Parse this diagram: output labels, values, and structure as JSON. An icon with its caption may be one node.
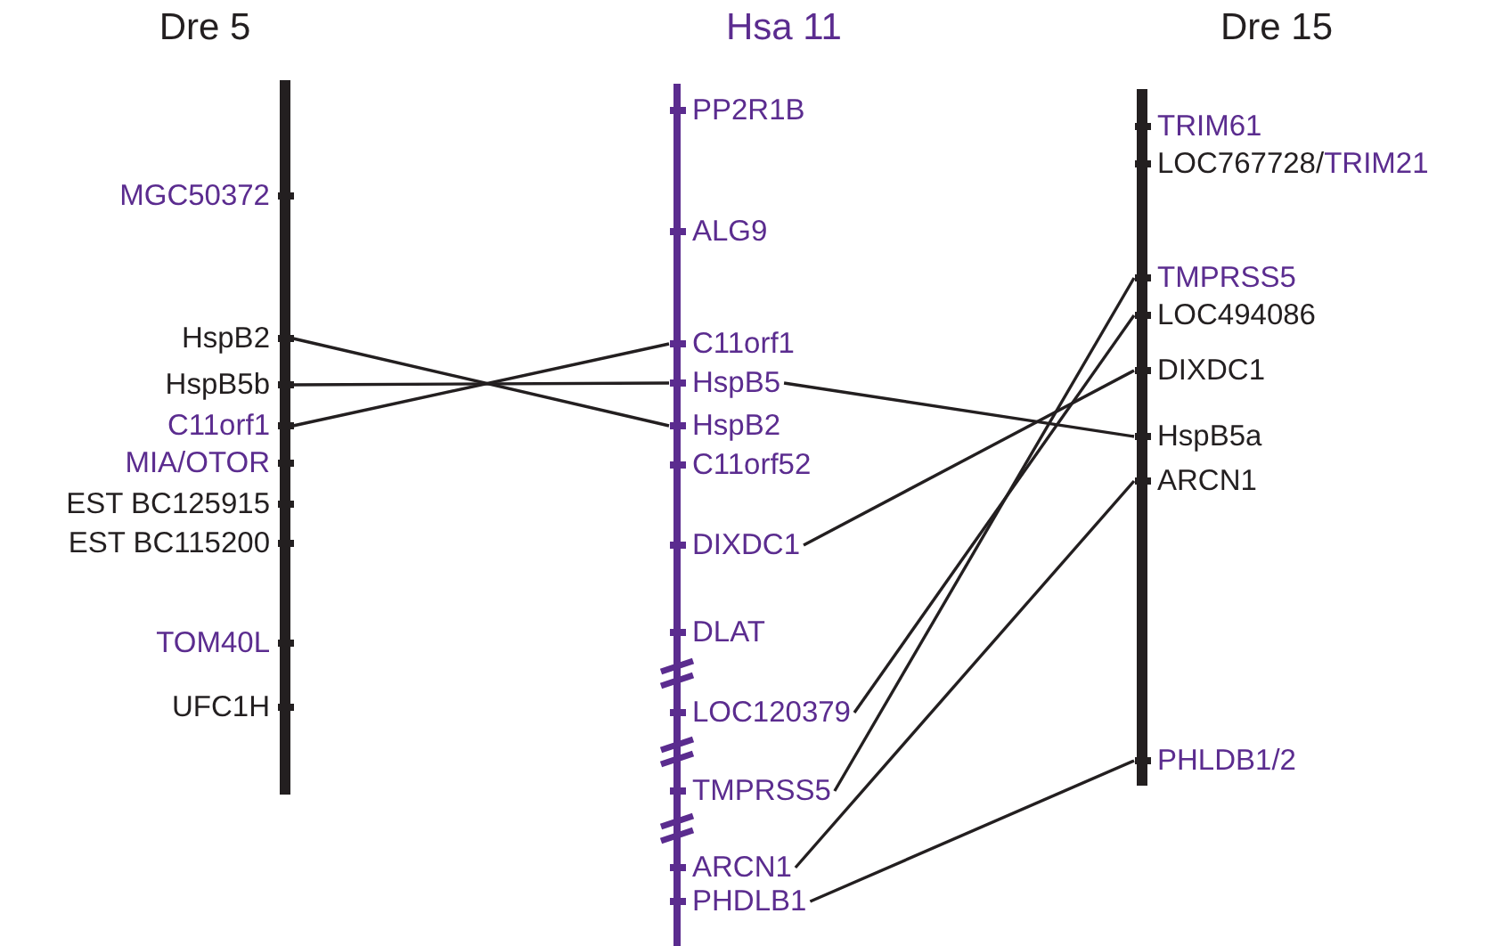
{
  "diagram": {
    "nodes": [
      {
        "text": [
          "Dre 5"
        ]
      },
      {
        "text": [
          "MGC50372"
        ],
        "in": 0
      },
      {
        "text": [
          "HspB2"
        ],
        "in": 0
      },
      {
        "text": [
          "HspB5b"
        ],
        "in": 0
      },
      {
        "text": [
          "C11orf1"
        ],
        "in": 0
      },
      {
        "text": [
          "MIA/OTOR"
        ],
        "in": 0
      },
      {
        "text": [
          "EST BC125915"
        ],
        "in": 0
      },
      {
        "text": [
          "EST BC115200"
        ],
        "in": 0
      },
      {
        "text": [
          "TOM40L"
        ],
        "in": 0
      },
      {
        "text": [
          "UFC1H"
        ],
        "in": 0
      },
      {
        "text": [
          "Hsa 11"
        ]
      },
      {
        "text": [
          "PP2R1B"
        ],
        "in": 10
      },
      {
        "text": [
          "ALG9"
        ],
        "in": 10
      },
      {
        "text": [
          "C11orf1"
        ],
        "in": 10
      },
      {
        "text": [
          "HspB5"
        ],
        "in": 10
      },
      {
        "text": [
          "HspB2"
        ],
        "in": 10
      },
      {
        "text": [
          "C11orf52"
        ],
        "in": 10
      },
      {
        "text": [
          "DIXDC1"
        ],
        "in": 10
      },
      {
        "text": [
          "DLAT"
        ],
        "in": 10
      },
      {
        "text": [
          "LOC120379"
        ],
        "in": 10
      },
      {
        "text": [
          "TMPRSS5"
        ],
        "in": 10
      },
      {
        "text": [
          "ARCN1"
        ],
        "in": 10
      },
      {
        "text": [
          "PHDLB1"
        ],
        "in": 10
      },
      {
        "text": [
          "Dre 15"
        ]
      },
      {
        "text": [
          "TRIM61"
        ],
        "in": 23
      },
      {
        "text": [
          "LOC767728/",
          "TRIM21"
        ],
        "in": 23
      },
      {
        "text": [
          "TMPRSS5"
        ],
        "in": 23
      },
      {
        "text": [
          "LOC494086"
        ],
        "in": 23
      },
      {
        "text": [
          "DIXDC1"
        ],
        "in": 23
      },
      {
        "text": [
          "HspB5a"
        ],
        "in": 23
      },
      {
        "text": [
          "ARCN1"
        ],
        "in": 23
      },
      {
        "text": [
          "PHLDB1/2"
        ],
        "in": 23
      }
    ],
    "edges": [
      {
        "from": 2,
        "to": 15,
        "arrow": "none"
      },
      {
        "from": 3,
        "to": 14,
        "arrow": "none"
      },
      {
        "from": 4,
        "to": 13,
        "arrow": "none"
      },
      {
        "from": 14,
        "to": 29,
        "arrow": "none"
      },
      {
        "from": 17,
        "to": 28,
        "arrow": "none"
      },
      {
        "from": 19,
        "to": 27,
        "arrow": "none"
      },
      {
        "from": 20,
        "to": 26,
        "arrow": "none"
      },
      {
        "from": 21,
        "to": 30,
        "arrow": "none"
      },
      {
        "from": 22,
        "to": 31,
        "arrow": "none"
      }
    ]
  }
}
